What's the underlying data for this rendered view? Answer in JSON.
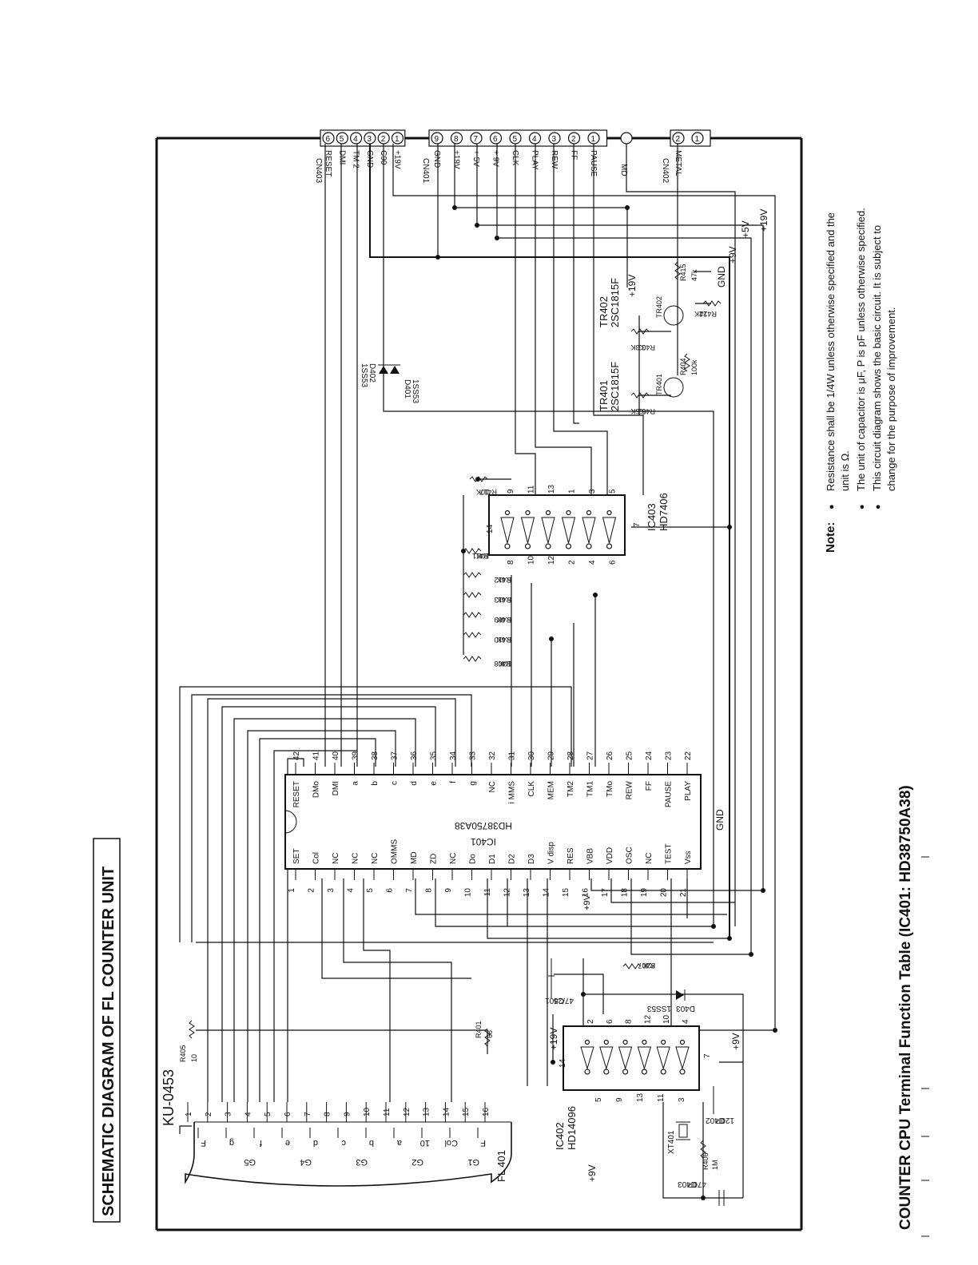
{
  "diagram_title": "SCHEMATIC DIAGRAM OF FL COUNTER UNIT",
  "unit_id": "KU-0453",
  "table_title": "COUNTER CPU Terminal Function Table (IC401: HD38750A38)",
  "notes": {
    "heading": "Note:",
    "bullet": "●",
    "items": [
      [
        "Resistance shall be 1/4W unless otherwise specified and the",
        "unit is Ω."
      ],
      [
        "The unit of capacitor is μF, P is pF unless otherwise specified."
      ],
      [
        "This circuit diagram shows the basic circuit.  It is subject to",
        "change for the purpose of improvement."
      ]
    ]
  },
  "cn403": {
    "name": "CN403",
    "pins": [
      {
        "num": "6",
        "label": "RESET"
      },
      {
        "num": "5",
        "label": "DMI"
      },
      {
        "num": "4",
        "label": "TM 2"
      },
      {
        "num": "3",
        "label": "GND"
      },
      {
        "num": "2",
        "label": "C90"
      },
      {
        "num": "1",
        "label": "+19V"
      }
    ]
  },
  "cn401": {
    "name": "CN401",
    "pins": [
      {
        "num": "9",
        "label": "GND"
      },
      {
        "num": "8",
        "label": "+19V"
      },
      {
        "num": "7",
        "label": "+ 5V"
      },
      {
        "num": "6",
        "label": "+ 9V"
      },
      {
        "num": "5",
        "label": "CLK"
      },
      {
        "num": "4",
        "label": "PLAY"
      },
      {
        "num": "3",
        "label": "REW"
      },
      {
        "num": "2",
        "label": "FF"
      },
      {
        "num": "1",
        "label": "PAUSE"
      }
    ]
  },
  "md_label": "MD",
  "cn402": {
    "name": "CN402",
    "pins": [
      {
        "num": "2",
        "label": "METAL"
      },
      {
        "num": "1",
        "label": ""
      }
    ]
  },
  "ic401": {
    "name": "IC401",
    "part": "HD38750A38",
    "gnd_label": "GND",
    "left_pins": [
      {
        "num": "1",
        "label": "SET"
      },
      {
        "num": "2",
        "label": "Col"
      },
      {
        "num": "3",
        "label": "NC"
      },
      {
        "num": "4",
        "label": "NC"
      },
      {
        "num": "5",
        "label": "NC"
      },
      {
        "num": "6",
        "label": "OMMS"
      },
      {
        "num": "7",
        "label": "MD"
      },
      {
        "num": "8",
        "label": "ZD"
      },
      {
        "num": "9",
        "label": "NC"
      },
      {
        "num": "10",
        "label": "Do"
      },
      {
        "num": "11",
        "label": "D1"
      },
      {
        "num": "12",
        "label": "D2"
      },
      {
        "num": "13",
        "label": "D3"
      },
      {
        "num": "14",
        "label": "V disp"
      },
      {
        "num": "15",
        "label": "RES"
      },
      {
        "num": "16",
        "label": "VBB"
      },
      {
        "num": "17",
        "label": "VDD"
      },
      {
        "num": "18",
        "label": "OSC"
      },
      {
        "num": "19",
        "label": "NC"
      },
      {
        "num": "20",
        "label": "TEST"
      },
      {
        "num": "21",
        "label": "Vss"
      }
    ],
    "right_pins": [
      {
        "num": "42",
        "label": "RESET"
      },
      {
        "num": "41",
        "label": "DMo"
      },
      {
        "num": "40",
        "label": "DMI"
      },
      {
        "num": "39",
        "label": "a"
      },
      {
        "num": "38",
        "label": "b"
      },
      {
        "num": "37",
        "label": "c"
      },
      {
        "num": "36",
        "label": "d"
      },
      {
        "num": "35",
        "label": "e"
      },
      {
        "num": "34",
        "label": "f"
      },
      {
        "num": "33",
        "label": "g"
      },
      {
        "num": "32",
        "label": "NC"
      },
      {
        "num": "31",
        "label": "i MMS"
      },
      {
        "num": "30",
        "label": "CLK"
      },
      {
        "num": "29",
        "label": "MEM"
      },
      {
        "num": "28",
        "label": "TM2"
      },
      {
        "num": "27",
        "label": "TM1"
      },
      {
        "num": "26",
        "label": "TMo"
      },
      {
        "num": "25",
        "label": "REW"
      },
      {
        "num": "24",
        "label": "FF"
      },
      {
        "num": "23",
        "label": "PAUSE"
      },
      {
        "num": "22",
        "label": "PLAY"
      }
    ],
    "vcc_label": "+9V"
  },
  "ic403": {
    "name": "IC403",
    "part": "HD7406",
    "top_pins": [
      "9",
      "11",
      "13",
      "1",
      "3",
      "5"
    ],
    "bottom_pins": [
      "8",
      "10",
      "12",
      "2",
      "4",
      "6"
    ],
    "vcc_pin": "14",
    "gnd_pin": "7"
  },
  "ic402": {
    "name": "IC402",
    "part": "HD14096",
    "top_pins": [
      "2",
      "6",
      "8",
      "12",
      "10",
      "4"
    ],
    "bottom_pins": [
      "5",
      "9",
      "13",
      "11",
      "3"
    ],
    "vcc_pin": "14",
    "gnd_pin": "7",
    "supply_label": "+19V",
    "left_supply": "+9V",
    "right_supply": "+9V"
  },
  "fl401": {
    "name": "FL 401",
    "pins": [
      "1",
      "2",
      "3",
      "4",
      "5",
      "6",
      "7",
      "8",
      "9",
      "10",
      "11",
      "12",
      "13",
      "14",
      "15",
      "16"
    ],
    "segments": [
      "F",
      "g",
      "f",
      "e",
      "d",
      "c",
      "b",
      "a",
      "10",
      "Col",
      "F"
    ],
    "grids": [
      "G5",
      "G4",
      "G3",
      "G2",
      "G1"
    ]
  },
  "resistors": [
    {
      "ref": "R405",
      "value": "10"
    },
    {
      "ref": "R401",
      "value": "68"
    },
    {
      "ref": "R407",
      "value": "82K"
    },
    {
      "ref": "R406",
      "value": "1M"
    },
    {
      "ref": "R408",
      "value": "10K"
    },
    {
      "ref": "R410",
      "value": "5.6K"
    },
    {
      "ref": "R409",
      "value": "5.6K"
    },
    {
      "ref": "R413",
      "value": "5.6K"
    },
    {
      "ref": "R412",
      "value": "5.6K"
    },
    {
      "ref": "R411",
      "value": "10K"
    },
    {
      "ref": "R417",
      "value": "10K"
    },
    {
      "ref": "R402",
      "value": "5.6K"
    },
    {
      "ref": "R404",
      "value": "100k"
    },
    {
      "ref": "R403",
      "value": "3.3K"
    },
    {
      "ref": "R414",
      "value": "22K"
    },
    {
      "ref": "R415",
      "value": "47k"
    }
  ],
  "capacitors": [
    {
      "ref": "C401",
      "value": "47/25"
    },
    {
      "ref": "C402",
      "value": "120P"
    },
    {
      "ref": "C403",
      "value": "470P"
    }
  ],
  "diodes": [
    {
      "ref": "D402",
      "part": "1SS53"
    },
    {
      "ref": "D401",
      "part": "1SS53"
    },
    {
      "ref": "D403",
      "part": "1SS53"
    }
  ],
  "transistors": [
    {
      "ref": "TR401",
      "part": "2SC1815F"
    },
    {
      "ref": "TR402",
      "part": "2SC1815F"
    }
  ],
  "crystal": {
    "ref": "XT401"
  },
  "rails": [
    "+9V",
    "+5V",
    "+19V",
    "GND",
    "+19V"
  ]
}
